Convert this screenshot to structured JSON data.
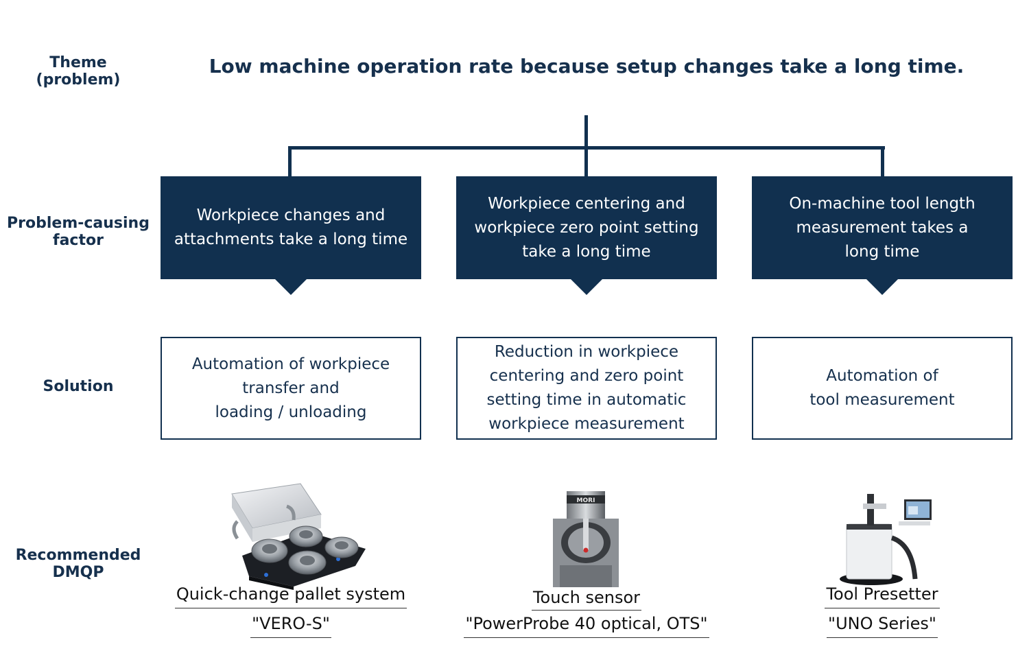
{
  "row_labels": {
    "theme": "Theme\n(problem)",
    "factor": "Problem-causing\nfactor",
    "solution": "Solution",
    "recommended": "Recommended\nDMQP"
  },
  "theme": "Low machine operation rate because setup changes take a long time.",
  "columns": [
    {
      "factor": "Workpiece changes and\nattachments take a long time",
      "solution": "Automation of workpiece\ntransfer and\nloading / unloading",
      "product_name": "Quick-change pallet system",
      "product_model": "\"VERO-S\"",
      "image_icon": "pallet-system-icon"
    },
    {
      "factor": "Workpiece centering and\nworkpiece zero point setting\ntake a long time",
      "solution": "Reduction in workpiece\ncentering and zero point\nsetting time in automatic\nworkpiece measurement",
      "product_name": "Touch sensor",
      "product_model": "\"PowerProbe 40 optical, OTS\"",
      "image_icon": "touch-sensor-icon"
    },
    {
      "factor": "On-machine tool length\nmeasurement takes a\nlong time",
      "solution": "Automation of\ntool measurement",
      "product_name": "Tool Presetter",
      "product_model": "\"UNO Series\"",
      "image_icon": "tool-presetter-icon"
    }
  ],
  "colors": {
    "navy": "#11304f",
    "text": "#16304d"
  }
}
